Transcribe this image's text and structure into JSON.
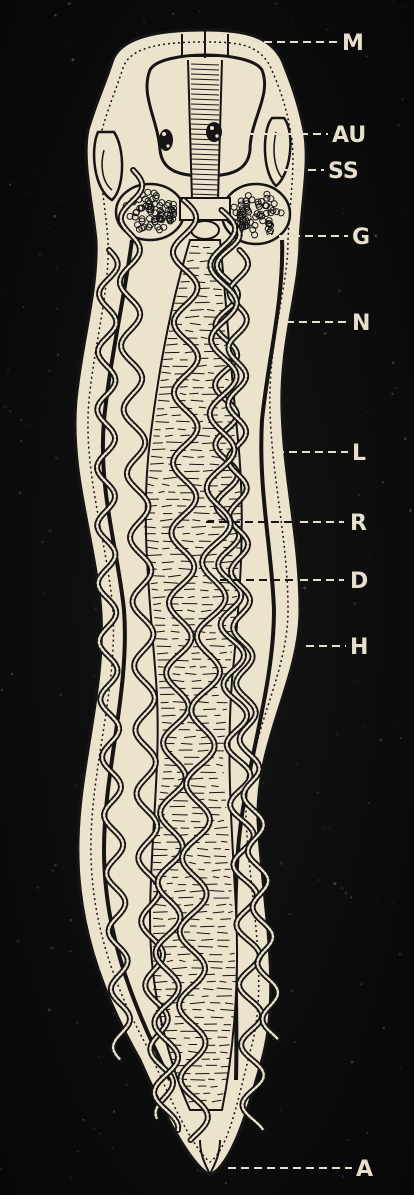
{
  "colors": {
    "background": "#0b0b0b",
    "body_fill": "#ece3cc",
    "ink": "#151515",
    "label": "#e7dfcb"
  },
  "labels": [
    {
      "key": "M",
      "text": "M"
    },
    {
      "key": "AU",
      "text": "AU"
    },
    {
      "key": "SS",
      "text": "SS"
    },
    {
      "key": "G",
      "text": "G"
    },
    {
      "key": "N",
      "text": "N"
    },
    {
      "key": "L",
      "text": "L"
    },
    {
      "key": "R",
      "text": "R"
    },
    {
      "key": "D",
      "text": "D"
    },
    {
      "key": "H",
      "text": "H"
    },
    {
      "key": "A",
      "text": "A"
    }
  ]
}
